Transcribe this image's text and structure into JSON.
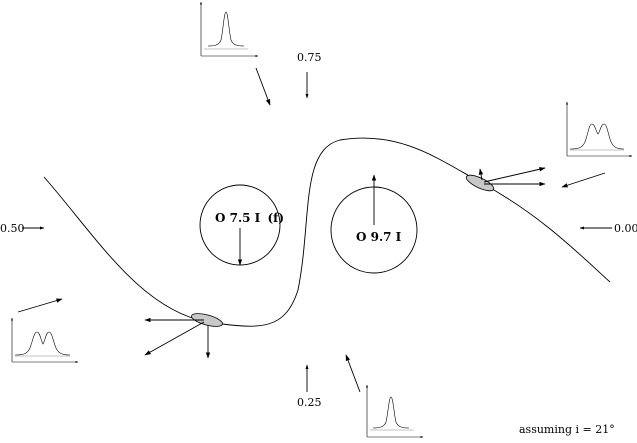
{
  "phase_labels": {
    "p075": "0.75",
    "p050": "0.50",
    "p025": "0.25",
    "p000": "0.00"
  },
  "stars": {
    "left": {
      "prefix": "O 7.5 I",
      "suffix": "(f)"
    },
    "right": {
      "label": "O 9.7 I"
    }
  },
  "inclination_note": "assuming i = 21°"
}
